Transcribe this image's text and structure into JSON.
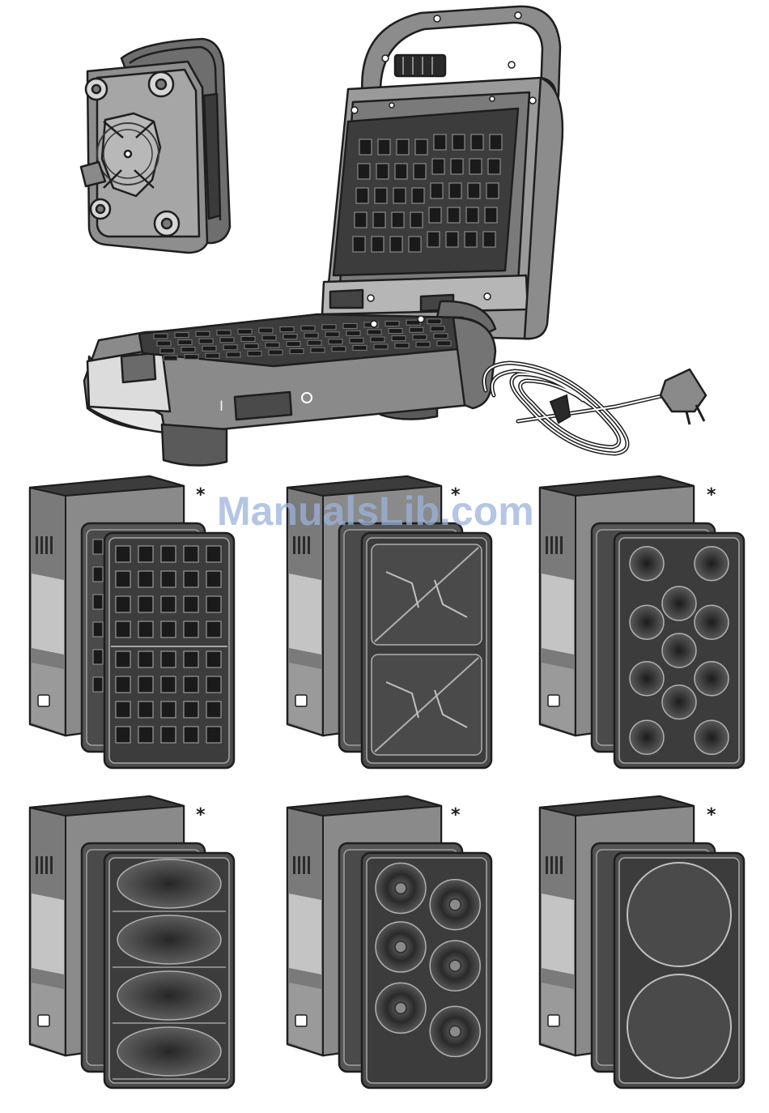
{
  "switch": {
    "on_mark": "I",
    "off_mark": "O"
  },
  "accessory_kits": [
    {
      "plate_type": "waffle",
      "marker": "*"
    },
    {
      "plate_type": "sandwich",
      "marker": "*"
    },
    {
      "plate_type": "mini-pancake",
      "marker": "*"
    },
    {
      "plate_type": "oval-grill",
      "marker": "*"
    },
    {
      "plate_type": "donut",
      "marker": "*"
    },
    {
      "plate_type": "round-pancake",
      "marker": "*"
    }
  ],
  "watermark": {
    "text": "ManualsLib.com"
  },
  "colors": {
    "outline": "#1e1e1e",
    "body_grey": "#8c8c8c",
    "light_grey": "#c8c8c8",
    "plate_dark": "#4a4a4a",
    "watermark": "#9cb3dc"
  }
}
